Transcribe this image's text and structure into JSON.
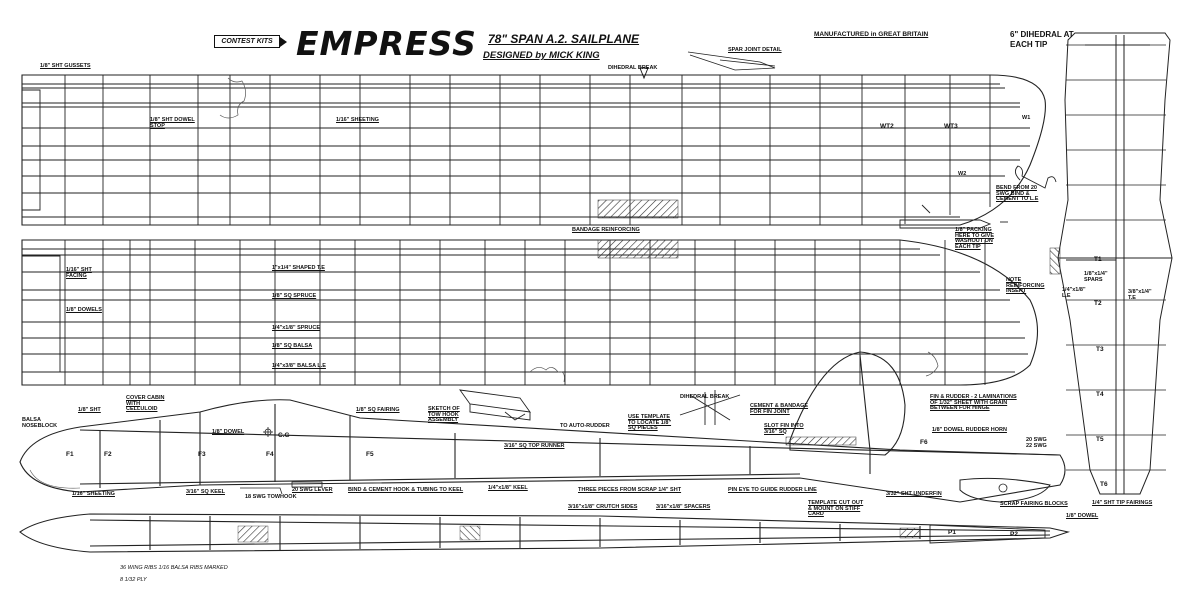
{
  "header": {
    "kit_badge": "CONTEST KITS",
    "title": "EMPRESS",
    "span": "78\" SPAN A.2. SAILPLANE",
    "designer": "DESIGNED by MICK KING",
    "manufactured": "MANUFACTURED in GREAT BRITAIN",
    "dihedral_line1": "6\" DIHEDRAL AT",
    "dihedral_line2": "EACH TIP"
  },
  "wing_top": {
    "gussets": "1/8\" SHT GUSSETS",
    "dowel_stop": "1/8\" SHT DOWEL STOP",
    "sheeting": "1/16\" SHEETING",
    "dihedral_break": "DIHEDRAL BREAK",
    "spar_joint": "SPAR JOINT DETAIL",
    "bandage": "BANDAGE REINFORCING",
    "wt2": "WT2",
    "wt3": "WT3",
    "w1": "W1",
    "w2": "W2"
  },
  "wing_bottom": {
    "facing": "1/16\" SHT FACING",
    "dowels": "1/8\" DOWELS",
    "shaped_te": "1\"x1/4\" SHAPED T.E",
    "spruce1": "1/8\" SQ SPRUCE",
    "spruce2": "1/4\"x1/8\" SPRUCE",
    "balsa": "1/8\" SQ BALSA",
    "balsa_le": "1/4\"x3/8\" BALSA L.E"
  },
  "wire_detail": {
    "bend_from": "BEND FROM 20 SWG BIND & CEMENT TO L.E",
    "packing": "1/8\" PACKING HERE TO GIVE WASHOUT ON EACH TIP",
    "note": "NOTE REINFORCING INSERT"
  },
  "tailplane": {
    "spar": "1/8\"x1/4\" SPARS",
    "le": "1/4\"x1/8\" L.E",
    "te": "3/8\"x1/4\" T.E",
    "t1": "T1",
    "t2": "T2",
    "t3": "T3",
    "t4": "T4",
    "t5": "T5",
    "t6": "T6",
    "tip_fairings": "1/4\" SHT TIP FAIRINGS"
  },
  "fuselage": {
    "balsa_noseblock": "BALSA NOSEBLOCK",
    "sht": "1/8\" SHT",
    "cover_cabin": "COVER CABIN WITH CELLULOID",
    "dowel": "1/8\" DOWEL",
    "cg": "C.G",
    "sq_fairing": "1/8\" SQ FAIRING",
    "sketch": "SKETCH OF TOW HOOK ASSEMBLY",
    "top_runner": "3/16\" SQ TOP RUNNER",
    "auto_rudder": "TO AUTO-RUDDER",
    "template": "USE TEMPLATE TO LOCATE 1/8\" SQ PIECES",
    "dihedral_break": "DIHEDRAL BREAK",
    "cement_bandage": "CEMENT & BANDAGE FOR FIN JOINT",
    "slot_fin": "SLOT FIN INTO 3/16\" SQ",
    "fin_rudder": "FIN & RUDDER - 2 LAMINATIONS OF 1/32\" SHEET WITH GRAIN BETWEEN FOR HINGE",
    "dowel_horn": "1/8\" DOWEL RUDDER HORN",
    "swg": "20 SWG 22 SWG",
    "f1": "F1",
    "f2": "F2",
    "f3": "F3",
    "f4": "F4",
    "f5": "F5",
    "f6": "F6",
    "sheeting": "1/16\" SHEETING",
    "sq_keel": "3/16\" SQ KEEL",
    "tow_hook": "18 SWG TOWHOOK",
    "swg_lever": "20 SWG LEVER",
    "bind_cement": "BIND & CEMENT HOOK & TUBING TO KEEL",
    "keel": "1/4\"x1/8\" KEEL",
    "three_pieces": "THREE PIECES FROM SCRAP 1/4\" SHT",
    "pin_eye": "PIN EYE TO GUIDE RUDDER LINE",
    "underfin": "3/32\" SHT UNDERFIN"
  },
  "plan_view": {
    "crutch_sides": "3/16\"x1/8\" CRUTCH SIDES",
    "spacers": "3/16\"x1/8\" SPACERS",
    "template": "TEMPLATE CUT OUT & MOUNT ON STIFF CARD",
    "scrap_fairing": "SCRAP FAIRING BLOCKS",
    "dowel": "1/8\" DOWEL",
    "p1": "P1",
    "p2": "P2"
  },
  "notes": {
    "line1": "36 WING RIBS  1/16 BALSA RIBS MARKED",
    "line2": "8  1/32 PLY"
  }
}
